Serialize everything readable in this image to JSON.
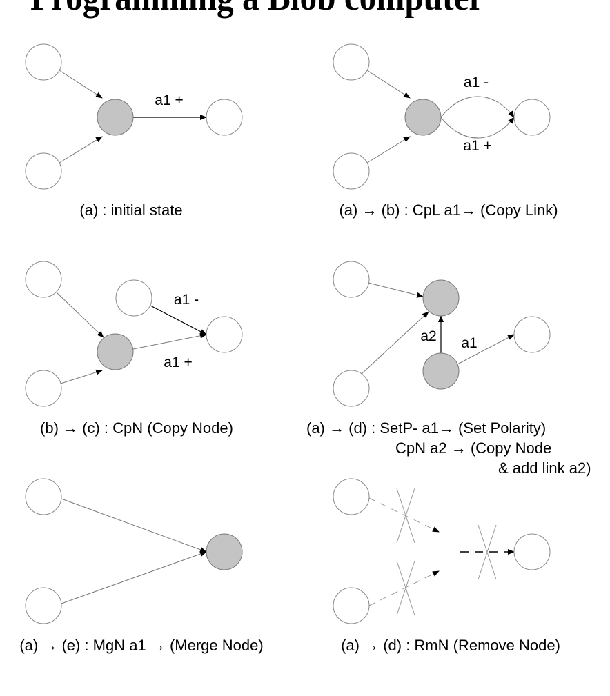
{
  "title": "Programming a Blob computer",
  "panels": [
    {
      "caption": "(a) : initial state",
      "labels": [
        "a1 +"
      ]
    },
    {
      "caption": "(a) → (b) : CpL a1→ (Copy Link)",
      "labels": [
        "a1 -",
        "a1 +"
      ]
    },
    {
      "caption": "(b) → (c) : CpN (Copy Node)",
      "labels": [
        "a1 -",
        "a1 +"
      ]
    },
    {
      "caption": [
        "(a) → (d) : SetP- a1→  (Set Polarity)",
        "CpN a2 → (Copy Node",
        "& add link a2)"
      ],
      "labels": [
        "a2",
        "a1"
      ]
    },
    {
      "caption": "(a) → (e) : MgN a1 → (Merge Node)",
      "labels": []
    },
    {
      "caption": "(a) → (d) : RmN (Remove Node)",
      "labels": []
    }
  ],
  "colors": {
    "active_node": "#c4c4c4",
    "node": "#ffffff",
    "edge": "#777777"
  }
}
